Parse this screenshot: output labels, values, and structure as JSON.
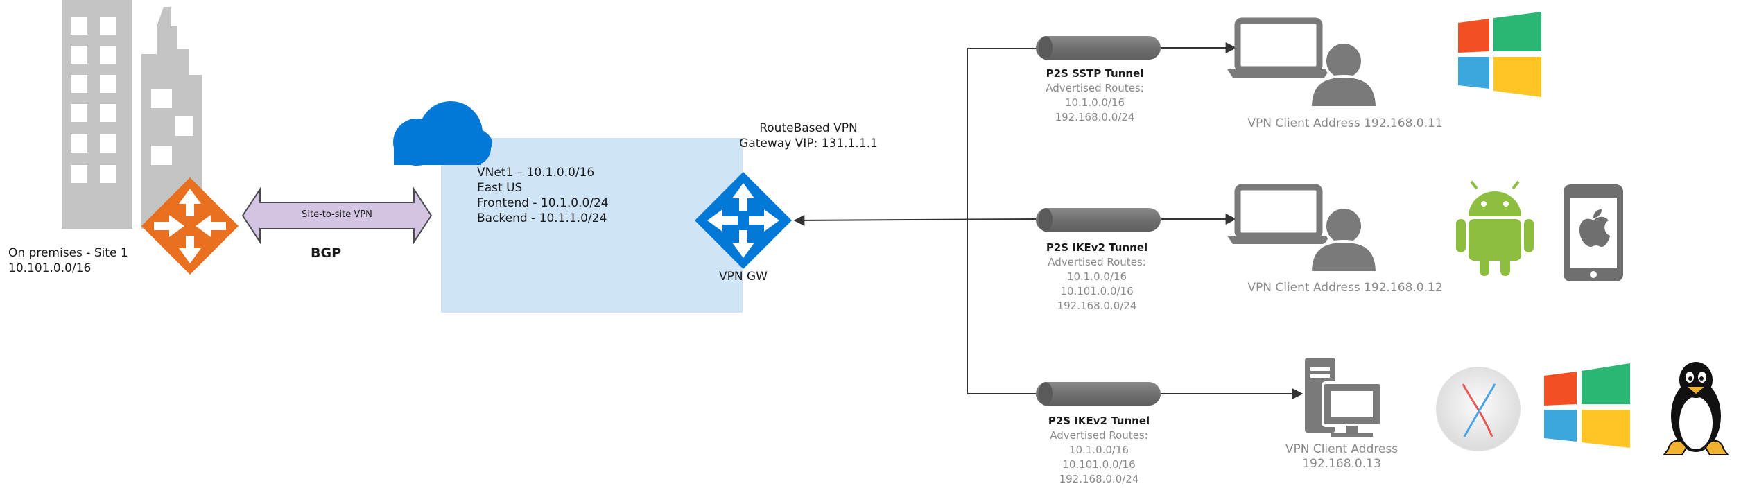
{
  "onprem": {
    "name": "On premises - Site 1",
    "address": "10.101.0.0/16"
  },
  "s2s": {
    "label": "Site-to-site VPN",
    "bgp": "BGP"
  },
  "vnet": {
    "line1": "VNet1 – 10.1.0.0/16",
    "line2": "East US",
    "line3": "Frontend - 10.1.0.0/24",
    "line4": "Backend - 10.1.1.0/24"
  },
  "gateway": {
    "type": "RouteBased VPN",
    "vip": "Gateway VIP: 131.1.1.1",
    "name": "VPN GW"
  },
  "tunnels": [
    {
      "title": "P2S SSTP Tunnel",
      "routes_heading": "Advertised Routes:",
      "routes": [
        "10.1.0.0/16",
        "192.168.0.0/24"
      ],
      "client": "VPN Client Address 192.168.0.11"
    },
    {
      "title": "P2S IKEv2 Tunnel",
      "routes_heading": "Advertised Routes:",
      "routes": [
        "10.1.0.0/16",
        "10.101.0.0/16",
        "192.168.0.0/24"
      ],
      "client": "VPN Client Address 192.168.0.12"
    },
    {
      "title": "P2S IKEv2 Tunnel",
      "routes_heading": "Advertised Routes:",
      "routes": [
        "10.1.0.0/16",
        "10.101.0.0/16",
        "192.168.0.0/24"
      ],
      "client_line1": "VPN Client Address",
      "client_line2": "192.168.0.13"
    }
  ],
  "colors": {
    "router_orange": "#e8701f",
    "azure_blue": "#0078d7",
    "vnet_fill": "#cfe4f6",
    "tunnel_grey": "#777777",
    "arrow_purple": "#d2c4e2"
  }
}
